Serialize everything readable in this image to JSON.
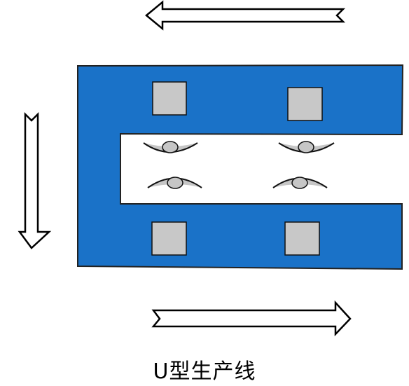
{
  "caption": "U型生产线",
  "colors": {
    "line_body": "#1a72c8",
    "line_border": "#222222",
    "station_fill": "#c8c8c8",
    "operator_fill": "#c6c6c6",
    "arrow_stroke": "#000000",
    "arrow_fill": "#ffffff",
    "background": "#ffffff"
  },
  "icons": {
    "top_arrow": "left-arrow-icon",
    "left_arrow": "down-arrow-icon",
    "bottom_arrow": "right-arrow-icon",
    "station": "machine-station-icon",
    "operator": "operator-icon"
  },
  "stations": {
    "upper": [
      "station-upper-left",
      "station-upper-right"
    ],
    "lower": [
      "station-lower-left",
      "station-lower-right"
    ]
  },
  "operators": {
    "facing_up": [
      "operator-top-left",
      "operator-top-right"
    ],
    "facing_down": [
      "operator-bottom-left",
      "operator-bottom-right"
    ]
  }
}
